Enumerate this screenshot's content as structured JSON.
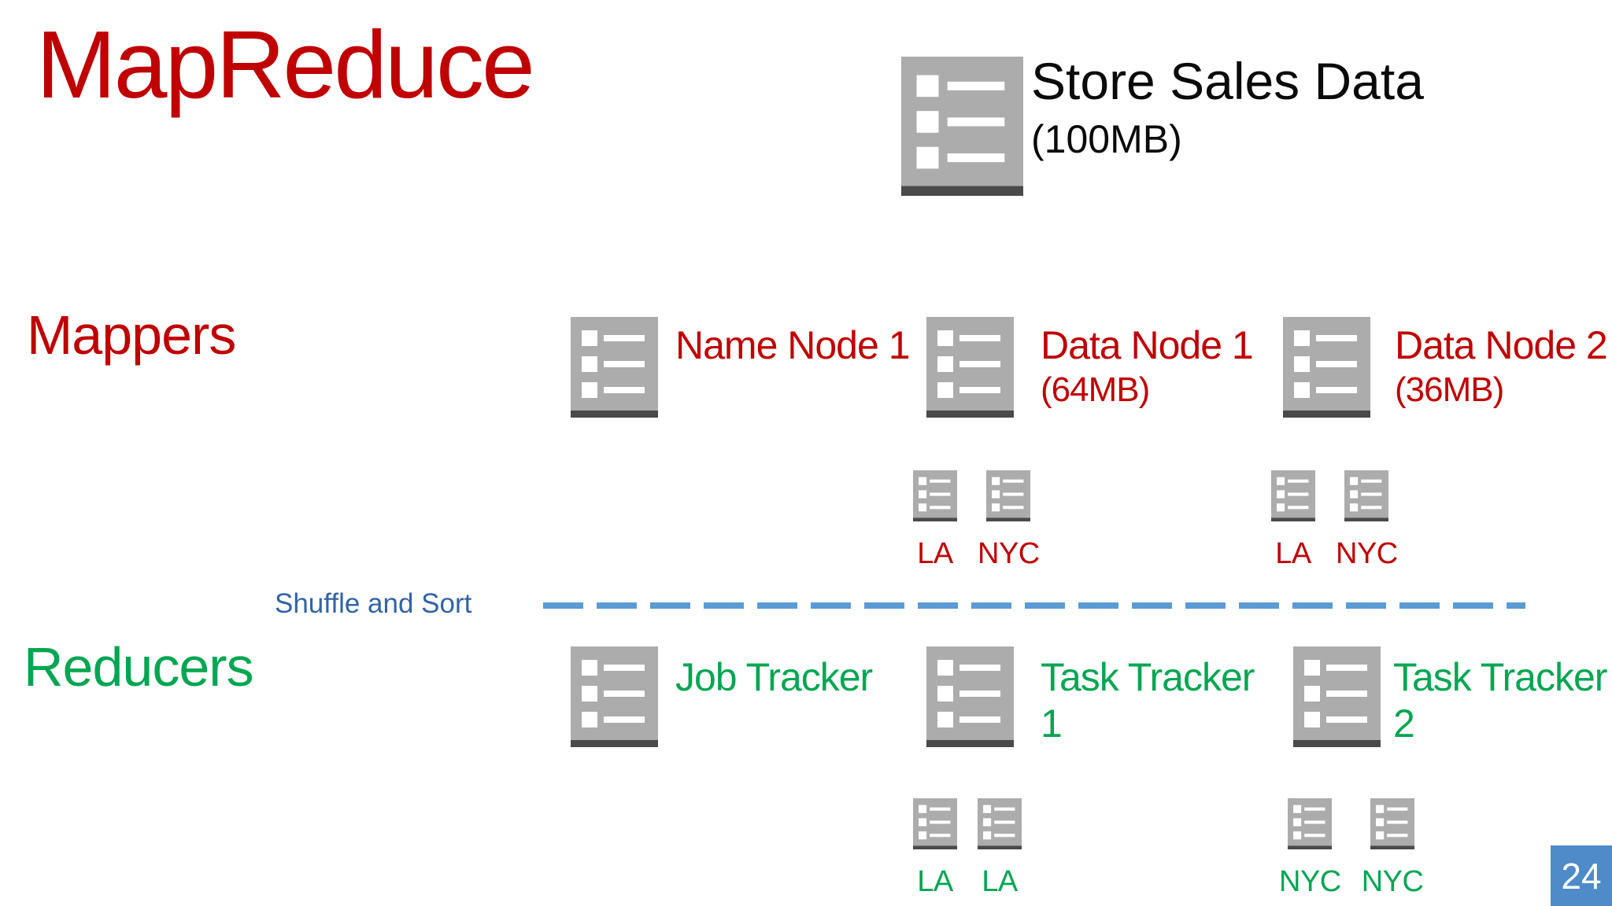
{
  "slide": {
    "title": "MapReduce",
    "page_number": "24"
  },
  "header": {
    "source_label": "Store Sales Data",
    "source_size": "(100MB)"
  },
  "labels": {
    "mappers": "Mappers",
    "reducers": "Reducers",
    "shuffle": "Shuffle and Sort"
  },
  "mappers": [
    {
      "name": "Name Node 1",
      "replicas": []
    },
    {
      "name": "Data Node 1",
      "size": "(64MB)",
      "replicas": [
        "LA",
        "NYC"
      ]
    },
    {
      "name": "Data Node 2",
      "size": "(36MB)",
      "replicas": [
        "LA",
        "NYC"
      ]
    }
  ],
  "reducers": [
    {
      "name": "Job Tracker",
      "replicas": []
    },
    {
      "name": "Task Tracker 1",
      "replicas": [
        "LA",
        "LA"
      ]
    },
    {
      "name": "Task Tracker 2",
      "replicas": [
        "NYC",
        "NYC"
      ]
    }
  ],
  "icons": {
    "document_icon": "document-list-icon"
  },
  "colors": {
    "title_red": "#C00000",
    "node_red": "#C00000",
    "node_green": "#00A651",
    "shuffle_text_blue": "#3263A7",
    "dash_blue": "#5B9BD5",
    "page_box_blue": "#4E8BC8",
    "icon_gray": "#ACACAC",
    "icon_strip_gray": "#4A4A4A",
    "text_black": "#0A0A0A"
  }
}
